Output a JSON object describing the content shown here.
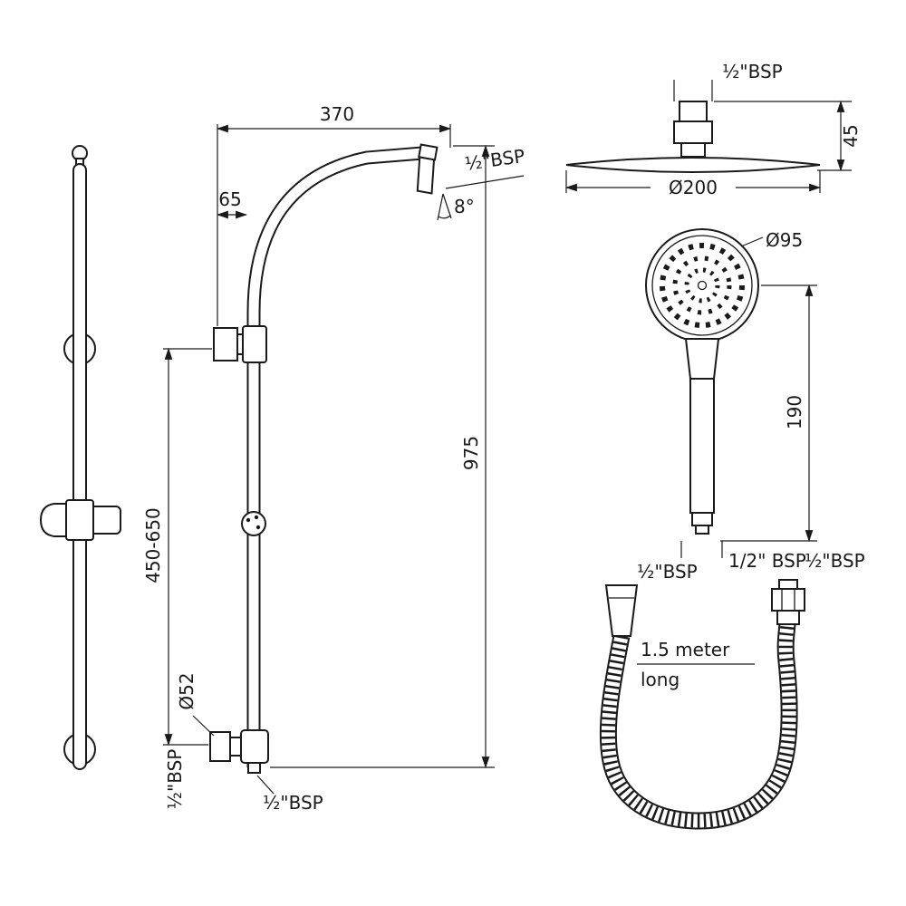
{
  "colors": {
    "line": "#1a1a1a",
    "background": "#ffffff"
  },
  "views": {
    "riser": {
      "dim_arm_reach": "370",
      "dim_arm_offset": "65",
      "dim_total_height": "975",
      "dim_bracket_spacing": "450-650",
      "dim_flange_diameter": "Ø52",
      "outlet_thread": "½\"BSP",
      "outlet_angle": "8°",
      "inlet_thread_rotated": "½\"BSP",
      "inlet_thread_bottom": "½\"BSP"
    },
    "overhead_shower": {
      "thread": "½\"BSP",
      "dim_height": "45",
      "dim_diameter": "Ø200"
    },
    "hand_shower": {
      "dim_face_diameter": "Ø95",
      "dim_length": "190",
      "thread": "1/2\" BSP"
    },
    "hose": {
      "thread_left": "½\"BSP",
      "thread_right": "½\"BSP",
      "length_label_line1": "1.5 meter",
      "length_label_line2": "long"
    }
  }
}
